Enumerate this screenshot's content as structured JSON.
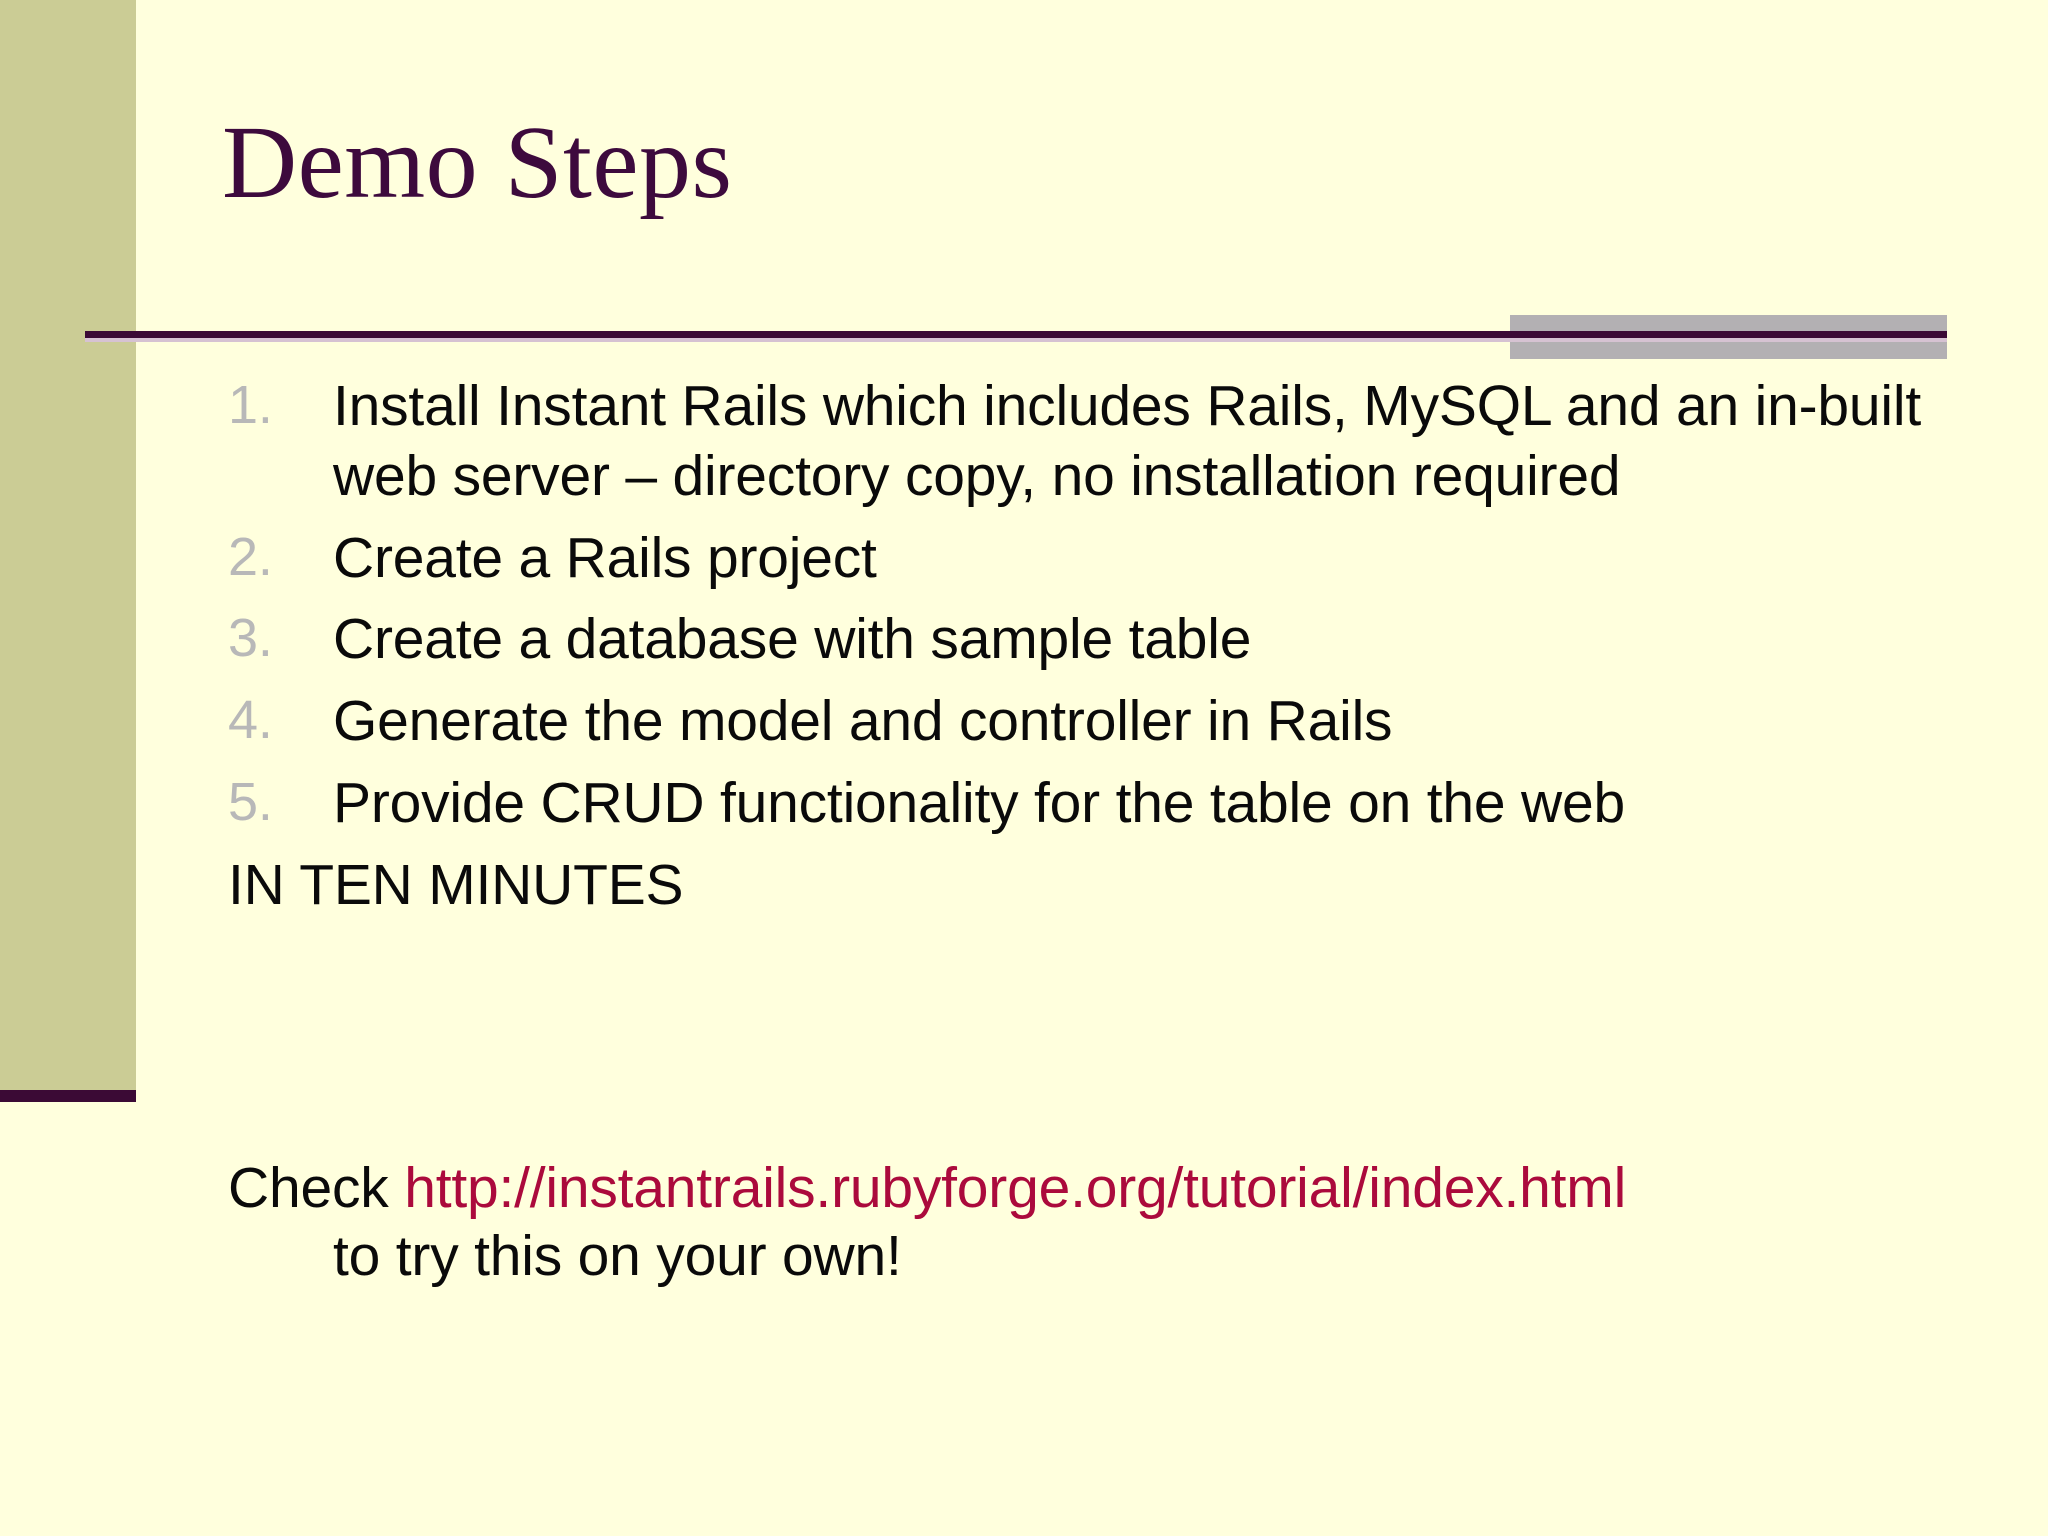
{
  "slide": {
    "title": "Demo Steps",
    "theme": {
      "background": "#FFFFDD",
      "sidebar_band": "#CBCC95",
      "sidebar_foot": "#3B0A35",
      "title_color": "#3D0A3D",
      "divider_rule": "#3B0A35",
      "divider_accent": "#B3B0B3",
      "number_color": "#B8B8B8",
      "body_text": "#0A0A0A",
      "url_color": "#AB0A3C"
    },
    "steps": [
      {
        "number": "1.",
        "text": "Install Instant Rails which includes Rails, MySQL and an in-built web server – directory copy, no installation required"
      },
      {
        "number": "2.",
        "text": "Create a Rails project"
      },
      {
        "number": "3.",
        "text": "Create a database with sample table"
      },
      {
        "number": "4.",
        "text": "Generate the model and controller in Rails"
      },
      {
        "number": "5.",
        "text": "Provide CRUD functionality for the table on the web"
      }
    ],
    "emphasis_line": "IN TEN MINUTES",
    "closing": {
      "lead": "Check ",
      "url": "http://instantrails.rubyforge.org/tutorial/index.html",
      "line2": "to try this on your own!"
    }
  }
}
